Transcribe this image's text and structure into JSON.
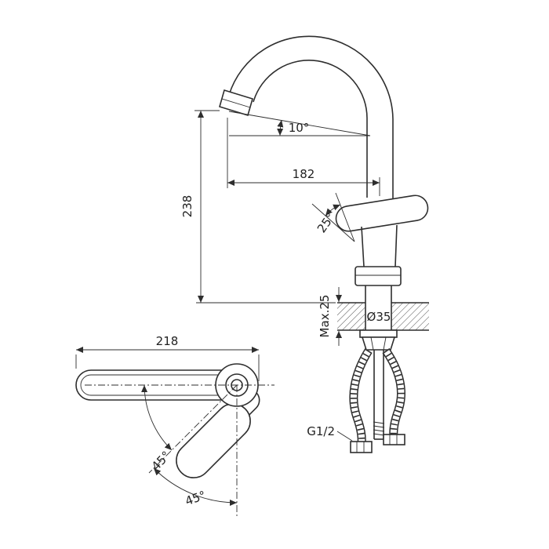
{
  "drawing": {
    "title": "Single-handle kitchen faucet technical drawing",
    "labels": {
      "spout_angle": "10°",
      "spout_reach": "182",
      "height": "238",
      "handle_angle": "25°",
      "hole_diameter": "Ø35",
      "max_thickness": "Max.25",
      "thread": "G1/2",
      "top_length": "218",
      "swivel_a": "45°",
      "swivel_b": "45°"
    },
    "line_color": "#2e2e2e",
    "background": "#ffffff"
  }
}
